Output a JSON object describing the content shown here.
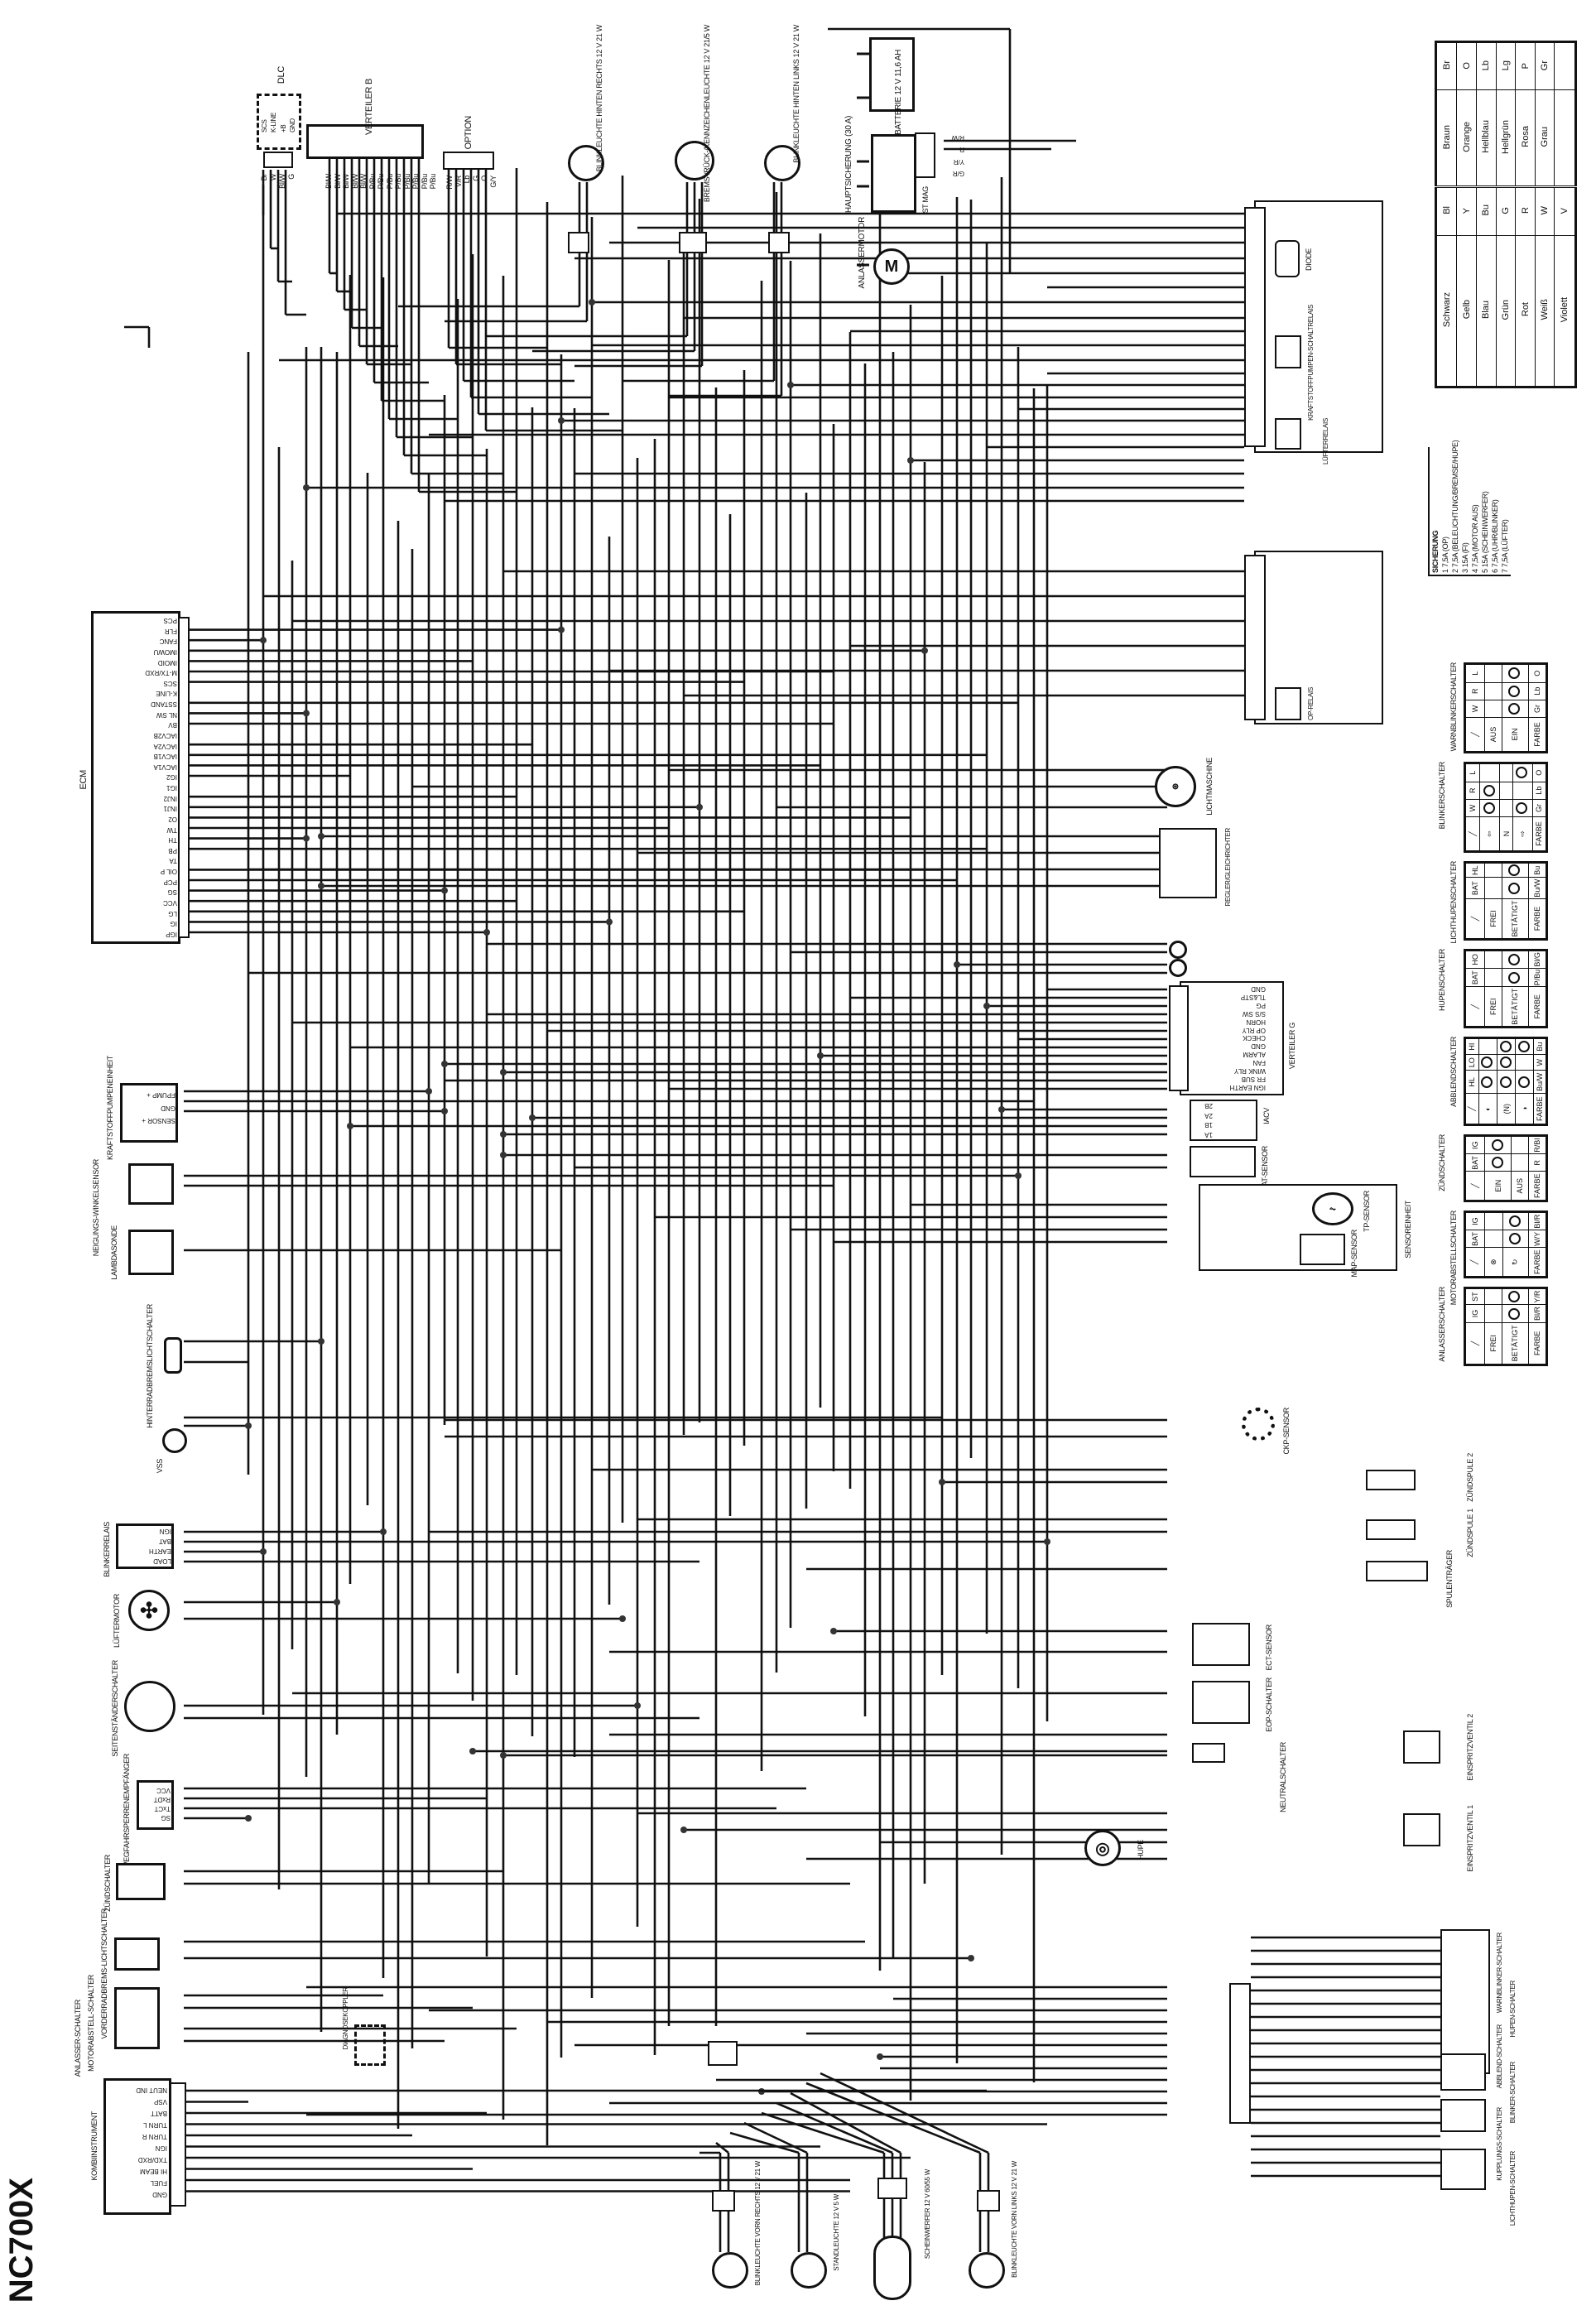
{
  "title": "NC700X",
  "color_code": [
    {
      "code": "Bl",
      "name": "Schwarz",
      "code2": "Br",
      "name2": "Braun"
    },
    {
      "code": "Y",
      "name": "Gelb",
      "code2": "O",
      "name2": "Orange"
    },
    {
      "code": "Bu",
      "name": "Blau",
      "code2": "Lb",
      "name2": "Hellblau"
    },
    {
      "code": "G",
      "name": "Grün",
      "code2": "Lg",
      "name2": "Hellgrün"
    },
    {
      "code": "R",
      "name": "Rot",
      "code2": "P",
      "name2": "Rosa"
    },
    {
      "code": "W",
      "name": "Weiß",
      "code2": "Gr",
      "name2": "Grau"
    },
    {
      "code": "V",
      "name": "Violett",
      "code2": "",
      "name2": ""
    }
  ],
  "fuses": {
    "heading": "SICHERUNG",
    "items": [
      "1   7,5A  (OP)",
      "2   7,5A  (BELEUCHTUNG/BREMSE/HUPE)",
      "3   15A  (FI)",
      "4   7,5A  (MOTOR AUS)",
      "5   15A  (SCHEINWERFER)",
      "6   7,5A  (UHR/BLINKER)",
      "7   7,5A  (LÜFTER)"
    ]
  },
  "components": {
    "ecm": "ECM",
    "dlc": "DLC",
    "verteiler_b": "VERTEILER B",
    "option": "OPTION",
    "blink_hinten_rechts": "BLINKLEUCHTE HINTEN RECHTS 12 V 21 W",
    "brems_rueck": "BREMS-/RÜCK-/KENNZEICHENLEUCHTE 12 V 21/5 W",
    "blink_hinten_links": "BLINKLEUCHTE HINTEN LINKS 12 V 21 W",
    "batterie": "BATTERIE 12 V 11,6 AH",
    "hauptsicherung": "HAUPTSICHERUNG (30 A)",
    "st_mag": "ST MAG",
    "anlassermotor": "ANLASSERMOTOR",
    "diode": "DIODE",
    "kraftstoffpumpenrelais": "KRAFTSTOFFPUMPEN-SCHALTRELAIS",
    "luefterrelais": "LÜFTERRELAIS",
    "op_relais": "OP-RELAIS",
    "lichtmaschine": "LICHTMASCHINE",
    "regler": "REGLER/GLEICHRICHTER",
    "verteiler_g": "VERTEILER G",
    "iacv": "IACV",
    "iat": "IAT-SENSOR",
    "tp": "TP-SENSOR",
    "map": "MAP-SENSOR",
    "sensoreinheit": "SENSOREINHEIT",
    "ckp": "CKP-SENSOR",
    "zuendspule2": "ZÜNDSPULE 2",
    "zuendspule1": "ZÜNDSPULE 1",
    "spulentraeger": "SPULENTRÄGER",
    "ect": "ECT-SENSOR",
    "eop": "EOP-SCHALTER",
    "neutral": "NEUTRALSCHALTER",
    "einspritz2": "EINSPRITZVENTIL 2",
    "einspritz1": "EINSPRITZVENTIL 1",
    "hupe": "HUPE",
    "kraftstoffpumpe": "KRAFTSTOFFPUMPENEINHEIT",
    "neigung": "NEIGUNGS-WINKELSENSOR",
    "lambda": "LAMBDASONDE",
    "hinterrad": "HINTERRADBREMSLICHTSCHALTER",
    "vss": "VSS",
    "blinkerrelais": "BLINKERRELAIS",
    "luefter": "LÜFTERMOTOR",
    "seitenstaender": "SEITENSTÄNDERSCHALTER",
    "wegfahr": "WEGFAHRSPERRENEMPFÄNGER",
    "zuendschalter": "ZÜNDSCHALTER",
    "vorderrad": "VORDERRADBREMS-LICHTSCHALTER",
    "motorabstell": "MOTORABSTELL-SCHALTER",
    "anlasser": "ANLASSER-SCHALTER",
    "kombi": "KOMBIINSTRUMENT",
    "diagnose": "DIAGNOSEKOPPLER",
    "warnblink_sw": "WARNBLINKER-SCHALTER",
    "hupen_sw": "HUPEN-SCHALTER",
    "abblend_sw": "ABBLEND-SCHALTER",
    "blinker_sw": "BLINKER-SCHALTER",
    "kupplung_sw": "KUPPLUNGS-SCHALTER",
    "lichthupe_sw": "LICHTHUPEN-SCHALTER",
    "blink_vorn_rechts": "BLINKLEUCHTE VORN RECHTS 12 V 21 W",
    "standleuchte": "STANDLEUCHTE 12 V 5 W",
    "scheinwerfer": "SCHEINWERFER 12 V 60/55 W",
    "blink_vorn_links": "BLINKLEUCHTE VORN LINKS 12 V 21 W"
  },
  "ecm_pins": [
    "PCS",
    "FLR",
    "FANC",
    "IMOWU",
    "IMOID",
    "M-TX/RXD",
    "SCS",
    "K-LINE",
    "SSTAND",
    "NL SW",
    "BV",
    "IACV2B",
    "IACV2A",
    "IACV1B",
    "IACV1A",
    "IG2",
    "IG1",
    "INJ2",
    "INJ1",
    "O2",
    "TW",
    "TH",
    "PB",
    "TA",
    "OIL P",
    "PCP",
    "SG",
    "VCC",
    "LG",
    "IG",
    "IGP"
  ],
  "kombi_pins": [
    "NEUT IND",
    "VSP",
    "BATT",
    "TURN L",
    "TURN R",
    "IGN",
    "TXD/RXD",
    "HI BEAM",
    "FUEL",
    "GND"
  ],
  "verteiler_g_pins": [
    "GND",
    "TL&STP",
    "PG",
    "S/S SW",
    "HORN",
    "OP RLY",
    "CHECK",
    "GND",
    "ALARM",
    "FAN",
    "WINK RLY",
    "FR SUB",
    "IGN EARTH"
  ],
  "dlc_pins": [
    "SCS",
    "K-LINE",
    "+B",
    "GND"
  ],
  "dlc_wires": [
    "Br",
    "W",
    "Bl/W",
    "G"
  ],
  "verteiler_b_wires": [
    "Bl/W",
    "Bl/W",
    "Bl/W",
    "Bl/W",
    "Bl/W",
    "P/Bu",
    "P/Bu",
    "P/Bu",
    "P/Bu",
    "P/Bu",
    "P/Bu",
    "P/Bu",
    "P/Bu"
  ],
  "option_wires": [
    "R/W",
    "V/R",
    "Lb",
    "G",
    "O",
    "G/Y"
  ],
  "fuelpump_pins": [
    "FPUMP +",
    "GND",
    "SENSOR +"
  ],
  "blinkerrelais_pins": [
    "IGN",
    "BAT",
    "EARTH",
    "LOAD"
  ],
  "wegfahr_pins": [
    "VCC",
    "RxDT",
    "TxCT",
    "SG"
  ],
  "iacv_pins": [
    "2B",
    "2A",
    "1B",
    "1A"
  ],
  "starter_relay_wires": [
    "R/W",
    "R",
    "Y/R",
    "G/R"
  ],
  "switch_tables": [
    {
      "name": "WARNBLINKERSCHALTER",
      "terminals": [
        "W",
        "R",
        "L"
      ],
      "rows": [
        {
          "state": "AUS",
          "conn": []
        },
        {
          "state": "EIN",
          "conn": [
            0,
            1,
            2
          ]
        }
      ],
      "colors": [
        "Gr",
        "Lb",
        "O"
      ]
    },
    {
      "name": "BLINKERSCHALTER",
      "terminals": [
        "W",
        "R",
        "L"
      ],
      "rows": [
        {
          "state": "⇦",
          "conn": [
            0,
            1
          ]
        },
        {
          "state": "N",
          "conn": []
        },
        {
          "state": "⇨",
          "conn": [
            0,
            2
          ]
        }
      ],
      "colors": [
        "Gr",
        "Lb",
        "O"
      ]
    },
    {
      "name": "LICHTHUPENSCHALTER",
      "terminals": [
        "BAT",
        "HL"
      ],
      "rows": [
        {
          "state": "FREI",
          "conn": []
        },
        {
          "state": "BETÄTIGT",
          "conn": [
            0,
            1
          ]
        }
      ],
      "colors": [
        "Bu/W",
        "Bu"
      ]
    },
    {
      "name": "HUPENSCHALTER",
      "terminals": [
        "BAT",
        "HO"
      ],
      "rows": [
        {
          "state": "FREI",
          "conn": []
        },
        {
          "state": "BETÄTIGT",
          "conn": [
            0,
            1
          ]
        }
      ],
      "colors": [
        "P/Bu",
        "Bl/G"
      ]
    },
    {
      "name": "ABBLENDSCHALTER",
      "terminals": [
        "HL",
        "LO",
        "HI"
      ],
      "rows": [
        {
          "state": "◐",
          "conn": [
            0,
            1
          ]
        },
        {
          "state": "(N)",
          "conn": [
            0,
            1,
            2
          ]
        },
        {
          "state": "◑",
          "conn": [
            0,
            2
          ]
        }
      ],
      "colors": [
        "Bu/W",
        "W",
        "Bu"
      ]
    },
    {
      "name": "ZÜNDSCHALTER",
      "terminals": [
        "BAT",
        "IG"
      ],
      "rows": [
        {
          "state": "EIN",
          "conn": [
            0,
            1
          ]
        },
        {
          "state": "AUS",
          "conn": []
        }
      ],
      "colors": [
        "R",
        "R/Bl"
      ]
    },
    {
      "name": "MOTORABSTELLSCHALTER",
      "terminals": [
        "BAT",
        "IG"
      ],
      "rows": [
        {
          "state": "⊗",
          "conn": []
        },
        {
          "state": "↻",
          "conn": [
            0,
            1
          ]
        }
      ],
      "colors": [
        "W/Y",
        "Bl/R"
      ]
    },
    {
      "name": "ANLASSERSCHALTER",
      "terminals": [
        "IG",
        "ST"
      ],
      "rows": [
        {
          "state": "FREI",
          "conn": []
        },
        {
          "state": "BETÄTIGT",
          "conn": [
            0,
            1
          ]
        }
      ],
      "colors": [
        "Bl/R",
        "Y/R"
      ]
    }
  ],
  "labels": {
    "farbe": "FARBE"
  }
}
